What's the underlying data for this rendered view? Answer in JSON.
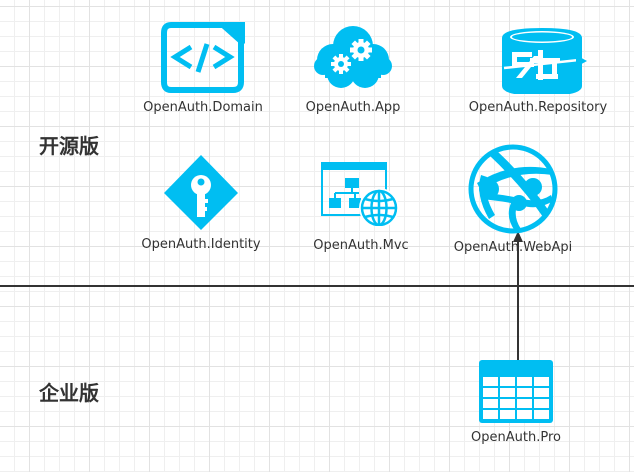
{
  "diagram": {
    "accent_color": "#00bef2",
    "line_color": "#333333",
    "sections": [
      {
        "id": "open-source",
        "label": "开源版"
      },
      {
        "id": "enterprise",
        "label": "企业版"
      }
    ],
    "nodes": {
      "domain": {
        "label": "OpenAuth.Domain",
        "icon": "code-file-icon",
        "section": "开源版"
      },
      "app": {
        "label": "OpenAuth.App",
        "icon": "cloud-gears-icon",
        "section": "开源版"
      },
      "repository": {
        "label": "OpenAuth.Repository",
        "icon": "database-sync-icon",
        "section": "开源版"
      },
      "identity": {
        "label": "OpenAuth.Identity",
        "icon": "key-diamond-icon",
        "section": "开源版"
      },
      "mvc": {
        "label": "OpenAuth.Mvc",
        "icon": "web-app-sitemap-icon",
        "section": "开源版"
      },
      "webapi": {
        "label": "OpenAuth.WebApi",
        "icon": "globe-api-icon",
        "section": "开源版"
      },
      "pro": {
        "label": "OpenAuth.Pro",
        "icon": "table-grid-icon",
        "section": "企业版"
      }
    },
    "edges": [
      {
        "from": "OpenAuth.Pro",
        "to": "OpenAuth.WebApi",
        "arrow": "to"
      }
    ]
  }
}
